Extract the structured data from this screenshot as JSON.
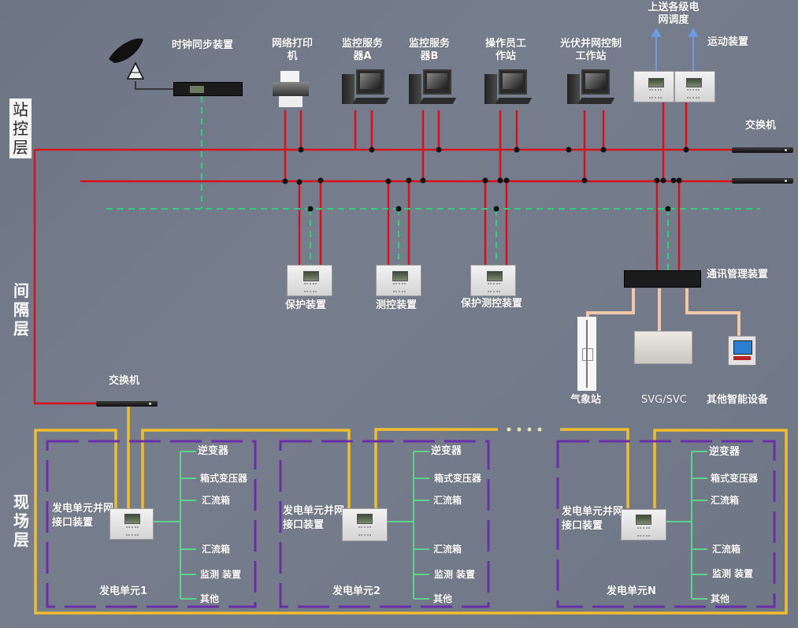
{
  "layers": {
    "station_control": "站控层",
    "bay": "间隔层",
    "field": "现场层"
  },
  "station_devices": {
    "clock_sync": "时钟同步装置",
    "printer": "网络打印机",
    "server_a": "监控服务器A",
    "server_b": "监控服务器B",
    "operator": "操作员工作站",
    "pv_control": "光伏并网控制工作站",
    "dispatch": "上送各级电网调度",
    "telecontrol": "运动装置",
    "switch": "交换机"
  },
  "bay_devices": {
    "protection": "保护装置",
    "measure_control": "测控装置",
    "protection_measure": "保护测控装置",
    "comm_manager": "通讯管理装置",
    "weather": "气象站",
    "svg": "SVG/SVC",
    "other_smart": "其他智能设备",
    "field_switch": "交换机"
  },
  "units": [
    {
      "name": "发电单元1",
      "interface": "发电单元并网接口装置",
      "branches": [
        "逆变器",
        "箱式变压器",
        "汇流箱",
        "汇流箱",
        "监测 装置",
        "其他"
      ]
    },
    {
      "name": "发电单元2",
      "interface": "发电单元并网接口装置",
      "branches": [
        "逆变器",
        "箱式变压器",
        "汇流箱",
        "汇流箱",
        "监测 装置",
        "其他"
      ]
    },
    {
      "name": "发电单元N",
      "interface": "发电单元并网接口装置",
      "branches": [
        "逆变器",
        "箱式变压器",
        "汇流箱",
        "汇流箱",
        "监测 装置",
        "其他"
      ]
    }
  ],
  "ellipsis": "• • • •",
  "colors": {
    "network_a": "#d8101a",
    "sync_line": "#2fd27a",
    "field_ring": "#f2bd2c",
    "unit_border": "#6a2fa8",
    "branch_line": "#5fd38a",
    "serial_line": "#f1c9a8",
    "dispatch_arrow": "#6b9be0"
  }
}
